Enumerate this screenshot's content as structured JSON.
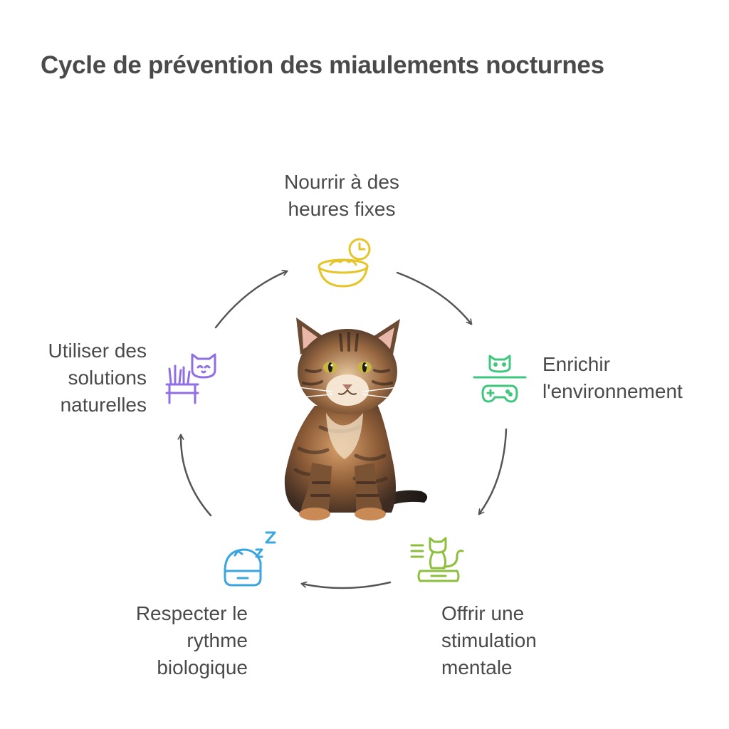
{
  "title": "Cycle de prévention des miaulements nocturnes",
  "steps": [
    {
      "lines": [
        "Nourrir à des",
        "heures fixes"
      ],
      "icon": "food-bowl-clock-icon",
      "color": "#e6c52a"
    },
    {
      "lines": [
        "Enrichir",
        "l'environnement"
      ],
      "icon": "cat-gamepad-icon",
      "color": "#3fc77e"
    },
    {
      "lines": [
        "Offrir une",
        "stimulation",
        "mentale"
      ],
      "icon": "cat-scratcher-icon",
      "color": "#8dbf3c"
    },
    {
      "lines": [
        "Respecter le",
        "rythme",
        "biologique"
      ],
      "icon": "sleeping-cat-bed-icon",
      "color": "#3aa6e0"
    },
    {
      "lines": [
        "Utiliser des",
        "solutions",
        "naturelles"
      ],
      "icon": "cat-grass-icon",
      "color": "#8f6ee6"
    }
  ],
  "colors": {
    "text": "#4a4a4a",
    "arrow": "#555555"
  }
}
